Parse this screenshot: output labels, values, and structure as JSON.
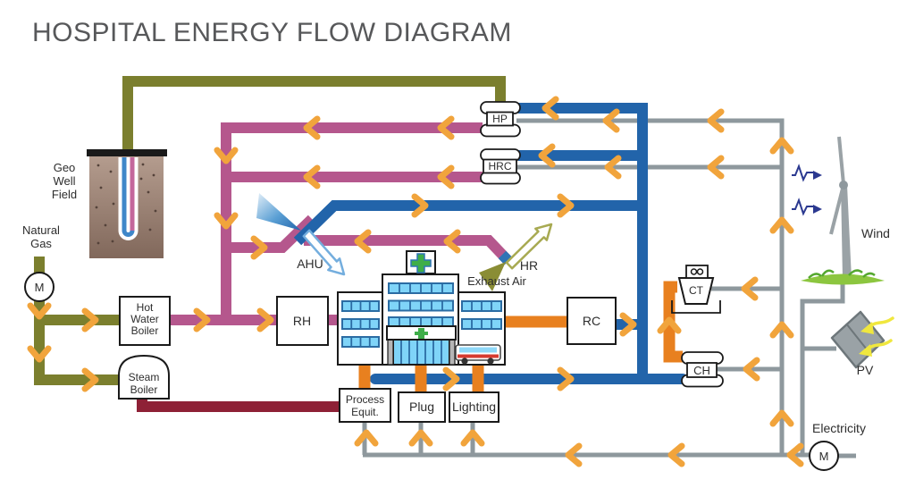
{
  "title": "HOSPITAL ENERGY FLOW DIAGRAM",
  "sources": {
    "geo_well_field": {
      "lines": [
        "Geo",
        "Well",
        "Field"
      ]
    },
    "natural_gas": {
      "lines": [
        "Natural",
        "Gas"
      ]
    },
    "gas_meter": "M",
    "wind": "Wind",
    "pv": "PV",
    "electricity": "Electricity",
    "electric_meter": "M"
  },
  "equipment": {
    "hot_water_boiler": {
      "lines": [
        "Hot",
        "Water",
        "Boiler"
      ]
    },
    "steam_boiler": {
      "lines": [
        "Steam",
        "Boiler"
      ]
    },
    "heat_pump": "HP",
    "heat_recovery_chiller": "HRC",
    "reheat": "RH",
    "recovery_chiller": "RC",
    "air_handling_unit": "AHU",
    "heat_recovery": "HR",
    "exhaust_air": "Exhaust Air",
    "cooling_tower": "CT",
    "chiller": "CH"
  },
  "loads": {
    "process_equipment": {
      "lines": [
        "Process",
        "Equit."
      ]
    },
    "plug": "Plug",
    "lighting": "Lighting"
  },
  "colors": {
    "natural_gas_pipe": "#7b7f2e",
    "hot_water_pipe": "#b5578d",
    "steam_pipe": "#8e2136",
    "chilled_water_pipe": "#2264aa",
    "condenser_pipe": "#e8801f",
    "electricity_line": "#8e989d",
    "flow_arrow": "#f1a43c"
  }
}
